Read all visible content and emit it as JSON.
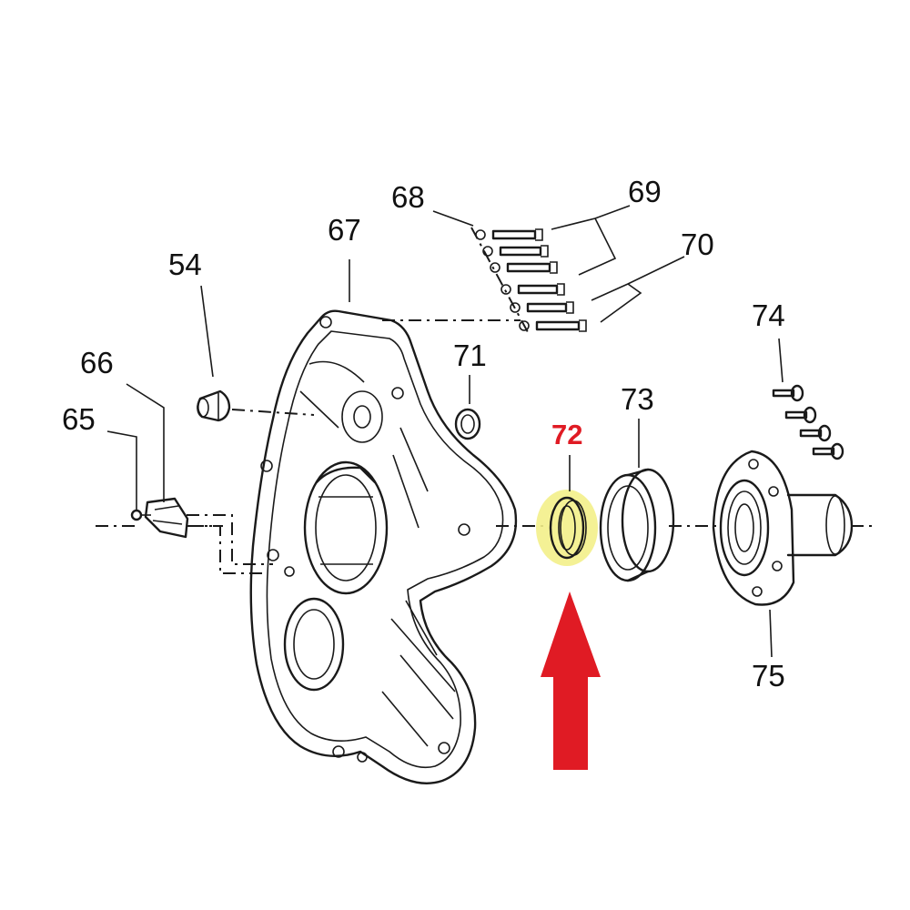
{
  "diagram": {
    "highlight_color": "#e01b24",
    "highlight_fill": "#f3f08a",
    "labels": [
      {
        "id": "54",
        "text": "54"
      },
      {
        "id": "65",
        "text": "65"
      },
      {
        "id": "66",
        "text": "66"
      },
      {
        "id": "67",
        "text": "67"
      },
      {
        "id": "68",
        "text": "68"
      },
      {
        "id": "69",
        "text": "69"
      },
      {
        "id": "70",
        "text": "70"
      },
      {
        "id": "71",
        "text": "71"
      },
      {
        "id": "72",
        "text": "72",
        "highlighted": true
      },
      {
        "id": "73",
        "text": "73"
      },
      {
        "id": "74",
        "text": "74"
      },
      {
        "id": "75",
        "text": "75"
      }
    ],
    "pointer_icon": "arrow-up-icon"
  }
}
